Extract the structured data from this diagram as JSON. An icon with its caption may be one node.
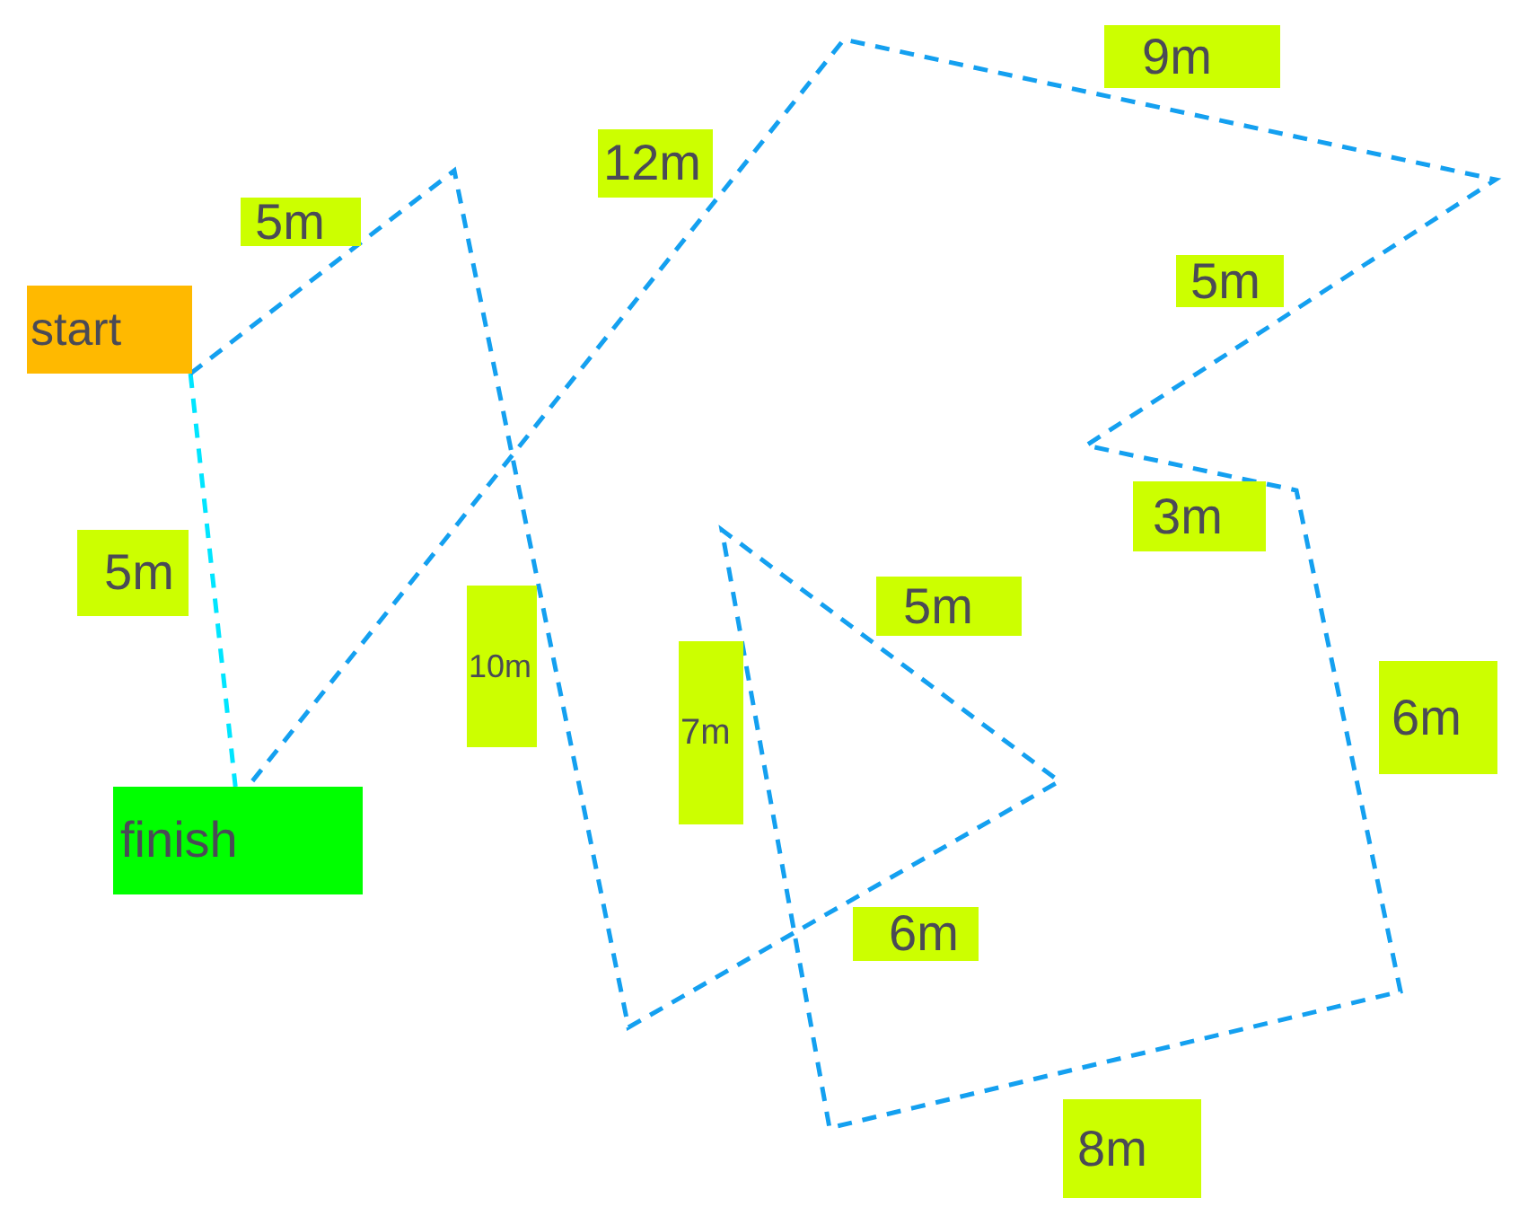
{
  "diagram": {
    "nodes": [
      {
        "text": [
          "start"
        ]
      },
      {
        "text": [
          "finish"
        ]
      }
    ],
    "edges": [
      {
        "from": 0,
        "to": 1,
        "arrow": "none",
        "label": "5m",
        "style": "dashed",
        "color": "#00e5ff"
      },
      {
        "from": 0,
        "to": 1,
        "arrow": "none",
        "style": "dashed",
        "color": "#14a0f0"
      }
    ],
    "labels": [
      "9m",
      "12m",
      "5m",
      "5m",
      "3m",
      "5m",
      "10m",
      "7m",
      "6m",
      "6m",
      "8m"
    ]
  }
}
